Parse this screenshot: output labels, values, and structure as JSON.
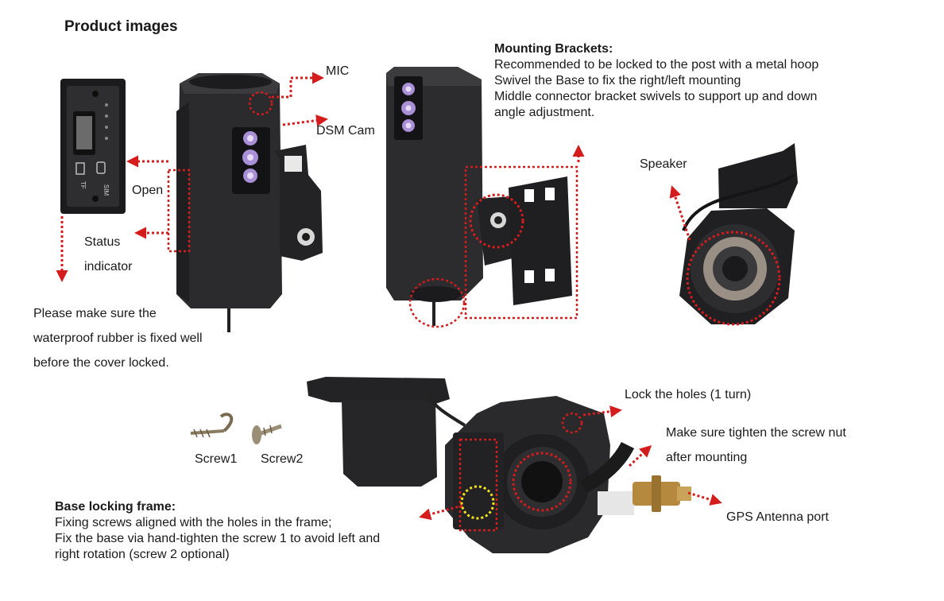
{
  "page": {
    "title": "Product images"
  },
  "callouts": {
    "mic": "MIC",
    "dsm_cam": "DSM Cam",
    "open": "Open",
    "status_indicator": [
      "Status",
      "indicator"
    ],
    "speaker": "Speaker",
    "lock_holes": "Lock the holes (1 turn)",
    "tighten_nut": [
      "Make sure tighten the screw nut",
      "after mounting"
    ],
    "gps_port": "GPS Antenna port",
    "screw1": "Screw1",
    "screw2": "Screw2"
  },
  "waterproof_note": [
    "Please make sure the",
    "waterproof rubber is fixed well",
    "before the cover locked."
  ],
  "card_slot_labels": {
    "sim": "SIM",
    "tf": "TF"
  },
  "mounting_brackets": {
    "heading": "Mounting Brackets:",
    "lines": [
      "Recommended to be locked to the post with a metal hoop",
      "Swivel the Base to fix the right/left mounting",
      "Middle connector bracket swivels to support up and down",
      "angle adjustment."
    ]
  },
  "base_locking": {
    "heading": "Base locking frame:",
    "lines": [
      "Fixing screws aligned with the holes in the frame;",
      "Fix the base via hand-tighten the screw 1 to avoid left and",
      "right rotation (screw 2 optional)"
    ]
  },
  "colors": {
    "callout_red": "#d41c1c",
    "highlight_yellow": "#f2e21a",
    "device_body": "#2a2a2c",
    "text": "#1a1a1a"
  }
}
